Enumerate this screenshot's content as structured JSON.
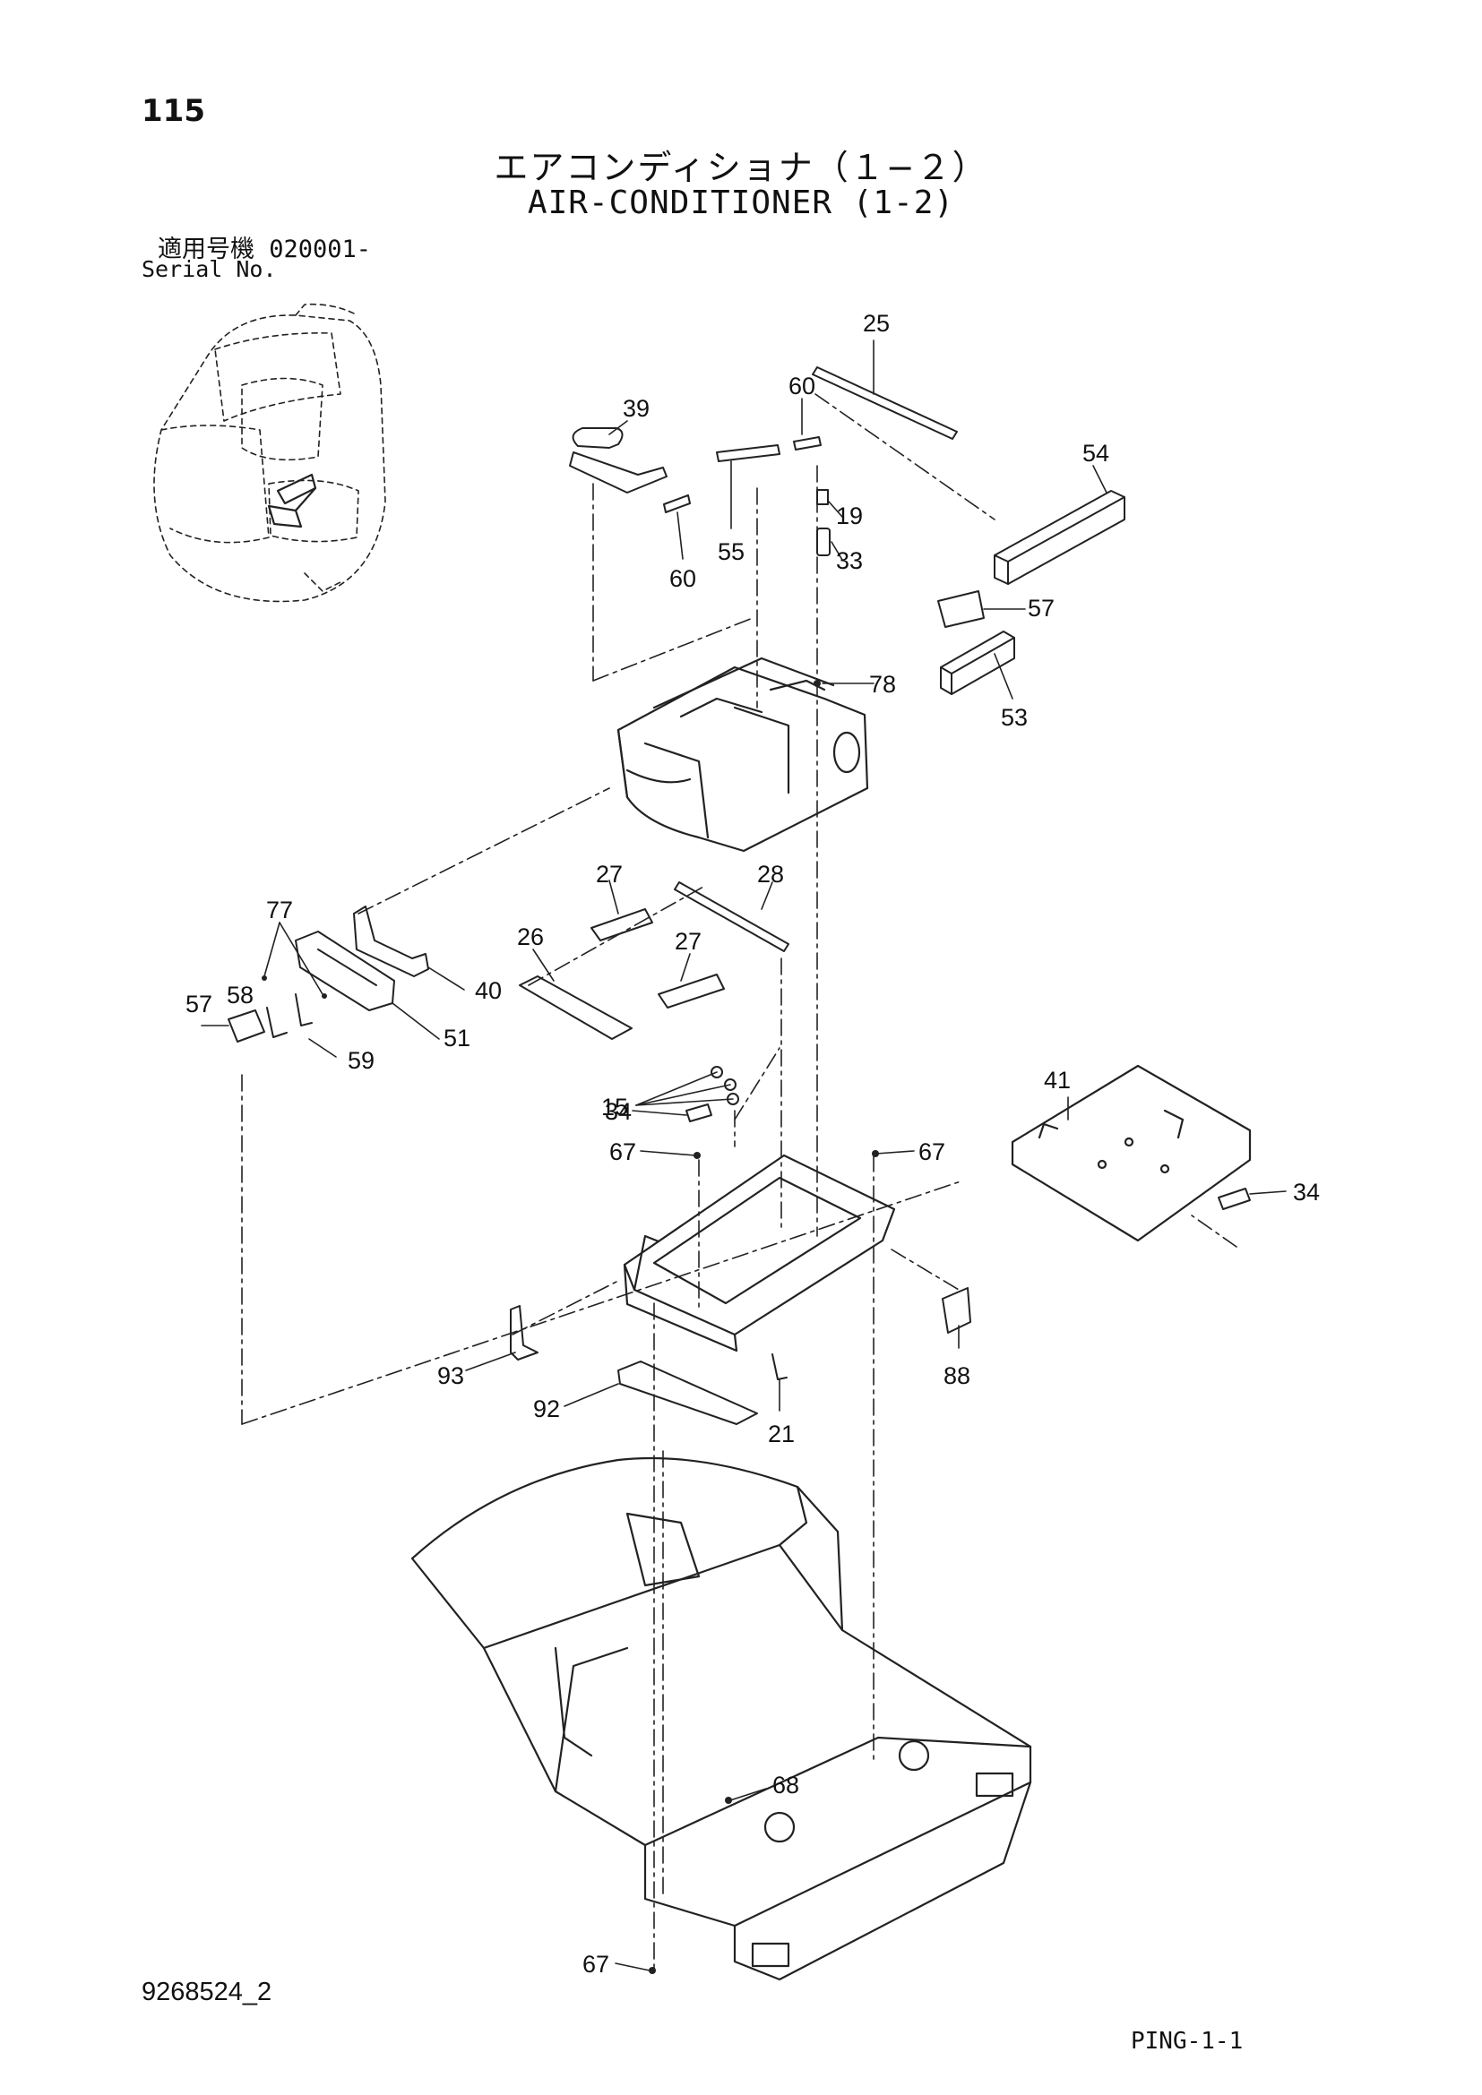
{
  "header": {
    "page_number": "115",
    "title_jp": "エアコンディショナ（１−２）",
    "title_en": "AIR-CONDITIONER (1-2)",
    "serial_label_jp": "適用号機  020001-",
    "serial_label_en": "Serial No."
  },
  "footer": {
    "doc_number": "9268524_2",
    "page_code": "PING-1-1"
  },
  "callouts": [
    {
      "id": "c25",
      "label": "25"
    },
    {
      "id": "c60a",
      "label": "60"
    },
    {
      "id": "c39",
      "label": "39"
    },
    {
      "id": "c54",
      "label": "54"
    },
    {
      "id": "c19",
      "label": "19"
    },
    {
      "id": "c55",
      "label": "55"
    },
    {
      "id": "c33",
      "label": "33"
    },
    {
      "id": "c60b",
      "label": "60"
    },
    {
      "id": "c57a",
      "label": "57"
    },
    {
      "id": "c78",
      "label": "78"
    },
    {
      "id": "c53",
      "label": "53"
    },
    {
      "id": "c27a",
      "label": "27"
    },
    {
      "id": "c28",
      "label": "28"
    },
    {
      "id": "c26",
      "label": "26"
    },
    {
      "id": "c27b",
      "label": "27"
    },
    {
      "id": "c77",
      "label": "77"
    },
    {
      "id": "c40",
      "label": "40"
    },
    {
      "id": "c57b",
      "label": "57"
    },
    {
      "id": "c58",
      "label": "58"
    },
    {
      "id": "c51",
      "label": "51"
    },
    {
      "id": "c59",
      "label": "59"
    },
    {
      "id": "c15",
      "label": "15"
    },
    {
      "id": "c41",
      "label": "41"
    },
    {
      "id": "c34a",
      "label": "34"
    },
    {
      "id": "c67a",
      "label": "67"
    },
    {
      "id": "c67b",
      "label": "67"
    },
    {
      "id": "c34b",
      "label": "34"
    },
    {
      "id": "c93",
      "label": "93"
    },
    {
      "id": "c88",
      "label": "88"
    },
    {
      "id": "c92",
      "label": "92"
    },
    {
      "id": "c21",
      "label": "21"
    },
    {
      "id": "c68",
      "label": "68"
    },
    {
      "id": "c67c",
      "label": "67"
    }
  ]
}
